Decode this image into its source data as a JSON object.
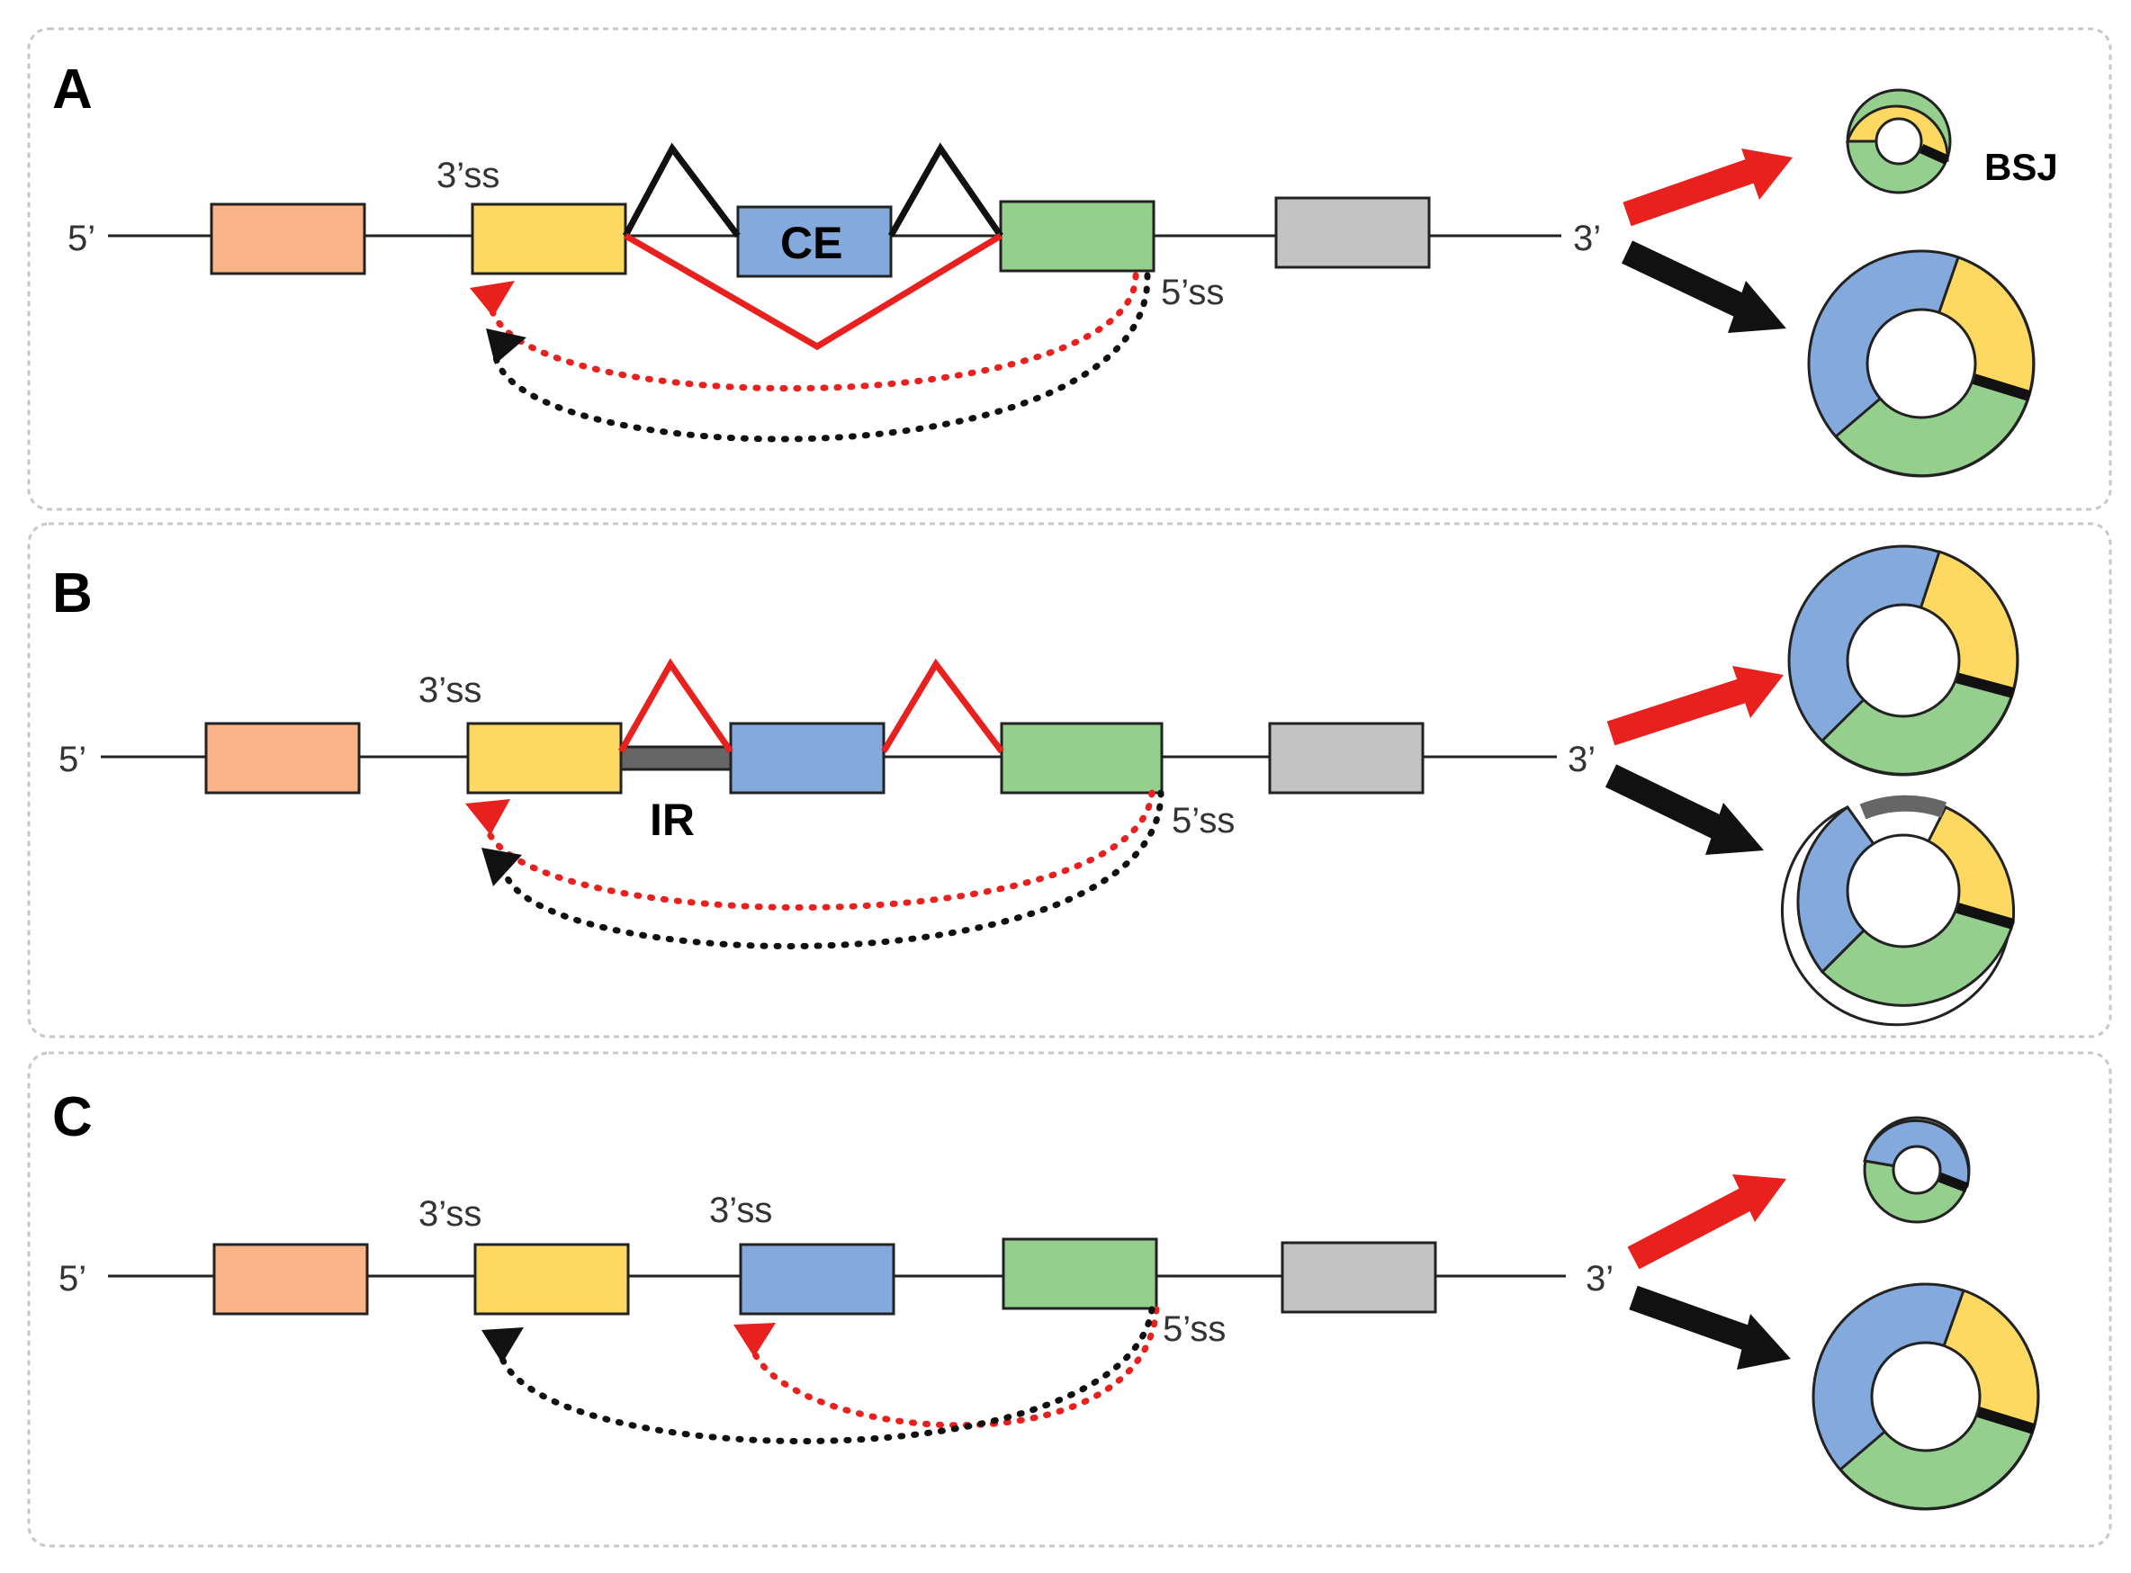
{
  "colors": {
    "exon1": "#fbb488",
    "exon2": "#fed962",
    "exon3": "#84a9dc",
    "exon4": "#95cf8d",
    "exon5": "#c3c3c3",
    "red": "#e8211f",
    "black": "#111111",
    "retained_intron": "#666666"
  },
  "panels": [
    {
      "label": "A",
      "five_prime": "5’",
      "three_prime": "3’",
      "ss_3": "3’ss",
      "ss_5": "5’ss",
      "ce": "CE",
      "bsj": "BSJ"
    },
    {
      "label": "B",
      "five_prime": "5’",
      "three_prime": "3’",
      "ss_3": "3’ss",
      "ss_5": "5’ss",
      "ir": "IR"
    },
    {
      "label": "C",
      "five_prime": "5’",
      "three_prime": "3’",
      "ss_3a": "3’ss",
      "ss_3b": "3’ss",
      "ss_5": "5’ss"
    }
  ]
}
